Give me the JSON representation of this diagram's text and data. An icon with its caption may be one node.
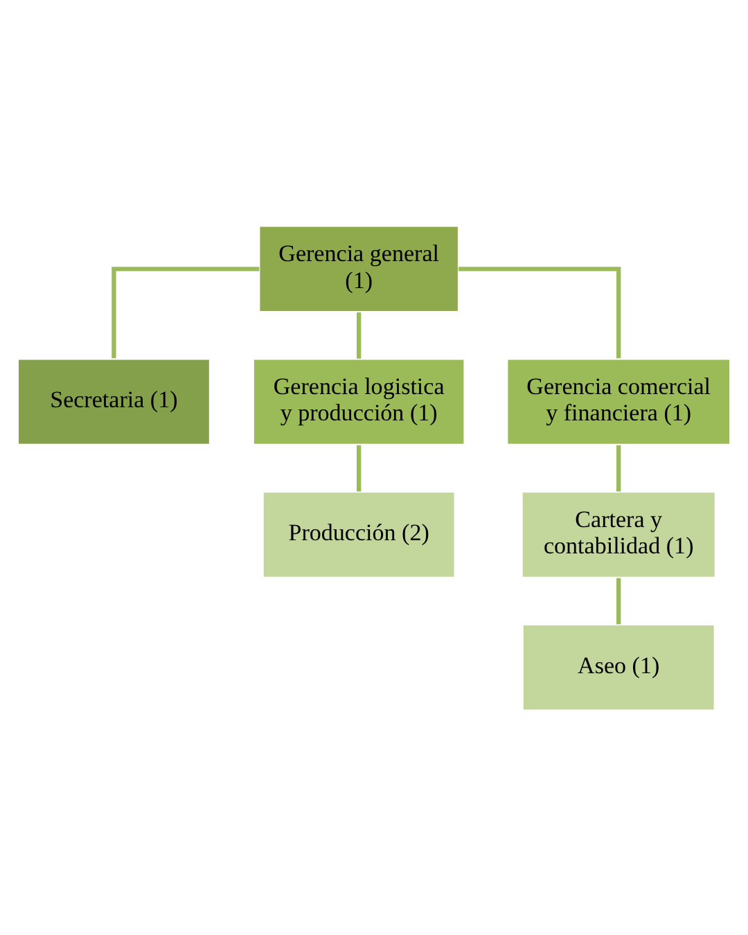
{
  "diagram": {
    "nodes": [
      {
        "text": [
          "Gerencia general (1)"
        ]
      },
      {
        "text": [
          "Secretaria (1)"
        ]
      },
      {
        "text": [
          "Gerencia logistica y producción (1)"
        ]
      },
      {
        "text": [
          "Gerencia comercial y financiera (1)"
        ]
      },
      {
        "text": [
          "Producción (2)"
        ]
      },
      {
        "text": [
          "Cartera y contabilidad (1)"
        ]
      },
      {
        "text": [
          "Aseo (1)"
        ]
      }
    ],
    "edges": [
      {
        "from": 0,
        "to": 1,
        "arrow": "none"
      },
      {
        "from": 0,
        "to": 2,
        "arrow": "none"
      },
      {
        "from": 0,
        "to": 3,
        "arrow": "none"
      },
      {
        "from": 2,
        "to": 4,
        "arrow": "none"
      },
      {
        "from": 3,
        "to": 5,
        "arrow": "none"
      },
      {
        "from": 5,
        "to": 6,
        "arrow": "none"
      }
    ]
  }
}
